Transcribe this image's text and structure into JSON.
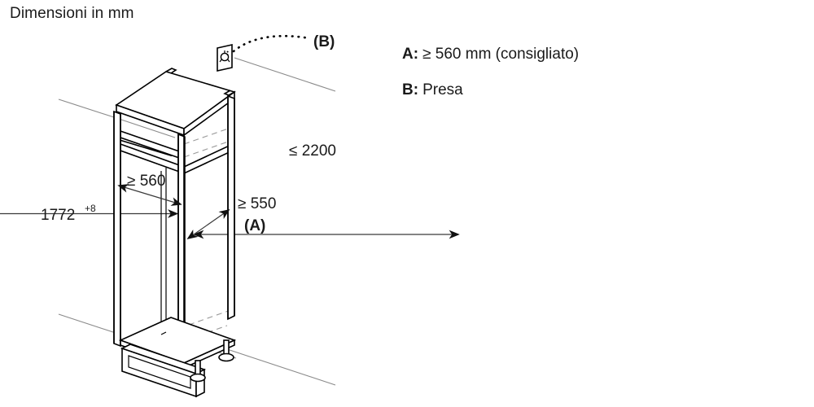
{
  "title": "Dimensioni in mm",
  "legend": {
    "items": [
      {
        "key": "A:",
        "value": "≥ 560 mm (consigliato)"
      },
      {
        "key": "B:",
        "value": "Presa"
      }
    ]
  },
  "dimensions": {
    "height_cabinet": "1772",
    "height_cabinet_tolerance": "+8",
    "niche_width": "≥ 560",
    "niche_depth": "≥ 550",
    "niche_depth_ref": "(A)",
    "max_height": "≤ 2200",
    "socket_ref": "(B)"
  },
  "icons": {
    "socket": "power-socket-icon"
  },
  "colors": {
    "outline": "#000000",
    "hidden": "#9a9a9a",
    "dimension": "#8a8a8a",
    "text": "#1a1a1a",
    "background": "#ffffff"
  }
}
